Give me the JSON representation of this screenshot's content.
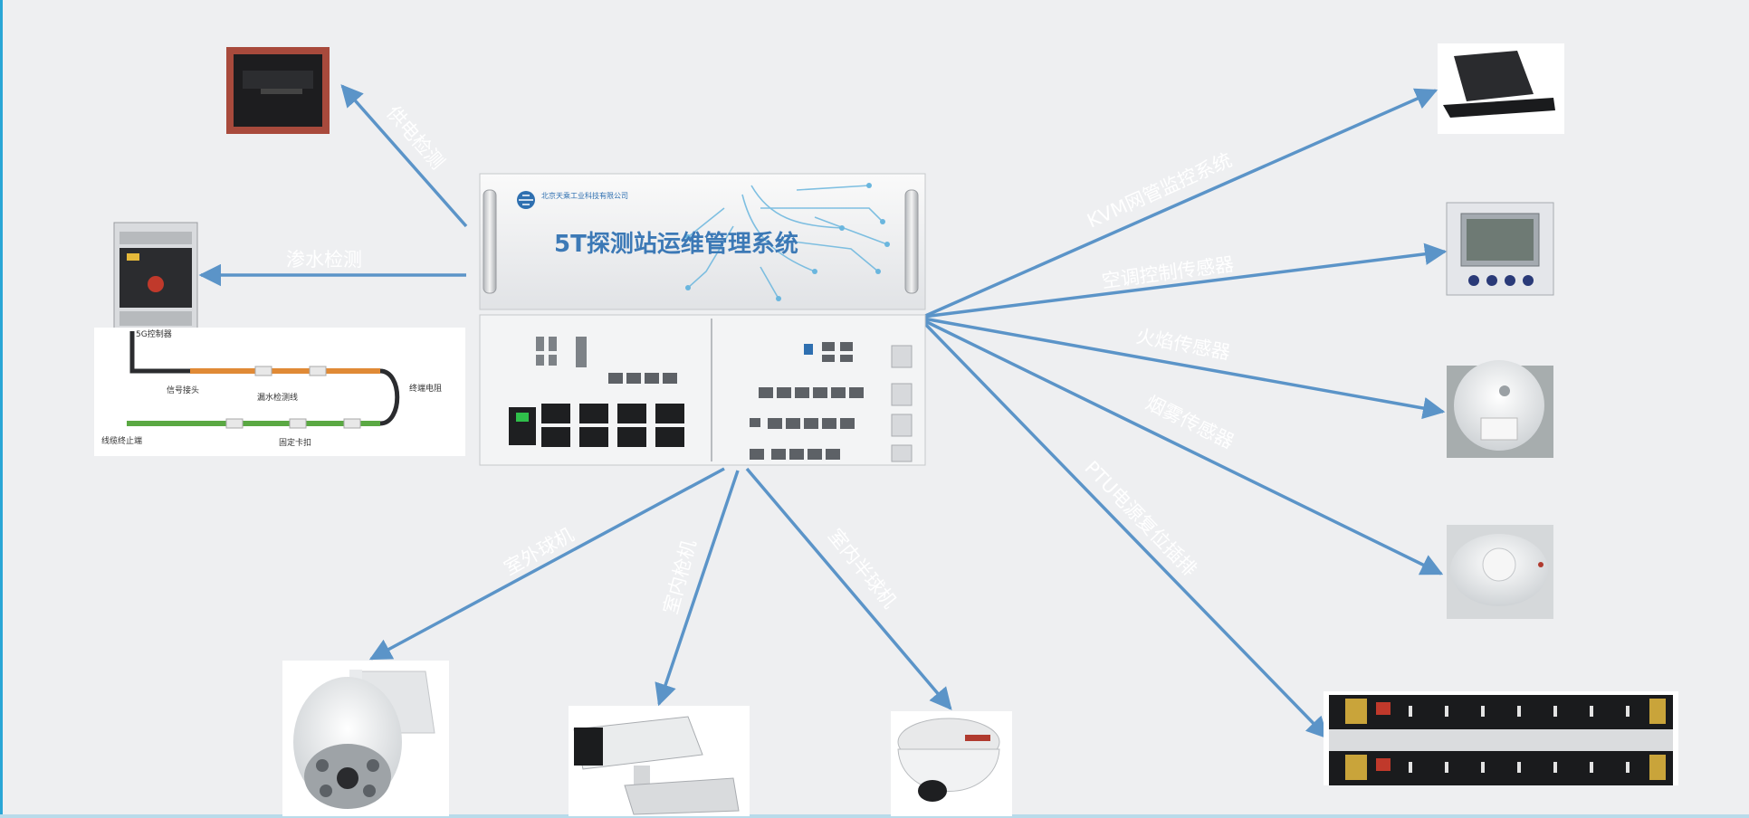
{
  "center_device": {
    "title": "5T探测站运维管理系统",
    "company": "北京天乘工业科技有限公司"
  },
  "connections": {
    "power_detect": "供电检测",
    "water_detect": "渗水检测",
    "kvm": "KVM网管监控系统",
    "ac_sensor": "空调控制传感器",
    "flame_sensor": "火焰传感器",
    "smoke_sensor": "烟雾传感器",
    "ptu_socket": "PTU电源复位插排",
    "outdoor_dome": "室外球机",
    "indoor_bullet": "室内枪机",
    "indoor_half_dome": "室内半球机"
  },
  "leak_diagram": {
    "labels": [
      "5G控制器",
      "信号接头",
      "漏水检测线",
      "终端电阻",
      "线缆终止端",
      "固定卡扣"
    ]
  },
  "colors": {
    "arrow": "#5b94c8",
    "background": "#eeeff1",
    "accent": "#2aa6d6"
  }
}
